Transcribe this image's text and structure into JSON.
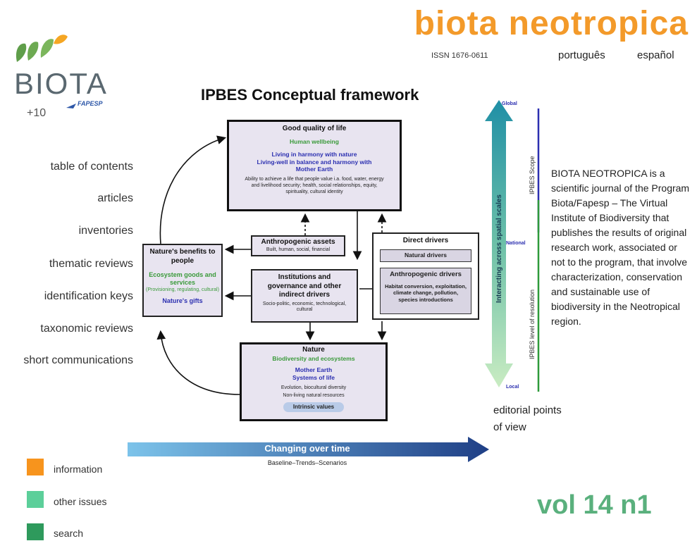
{
  "header": {
    "site_title": "biota neotropica",
    "issn": "ISSN 1676-0611",
    "languages": [
      "português",
      "español"
    ]
  },
  "logo": {
    "word": "BIOTA",
    "plus": "+10",
    "partner": "FAPESP"
  },
  "nav": {
    "items": [
      "table of contents",
      "articles",
      "inventories",
      "thematic reviews",
      "identification keys",
      "taxonomic reviews",
      "short communications"
    ]
  },
  "legend": [
    {
      "label": "information",
      "color": "#f7941d"
    },
    {
      "label": "other issues",
      "color": "#5ccf9a"
    },
    {
      "label": "search",
      "color": "#2e9a5c"
    }
  ],
  "figure": {
    "title": "IPBES Conceptual framework",
    "good_life": {
      "title": "Good quality of life",
      "subtitle": "Human wellbeing",
      "blue1": "Living in harmony with nature",
      "blue2": "Living-well in balance and harmony with Mother Earth",
      "body": "Ability to achieve a life that people value i.a. food, water, energy and livelihood security; health, social relationships, equity, spirituality, cultural identity"
    },
    "assets": {
      "title": "Anthropogenic assets",
      "body": "Built, human, social, financial"
    },
    "benefits": {
      "title": "Nature's benefits to people",
      "green": "Ecosystem goods and services",
      "green_sub": "(Provisioning, regulating, cultural)",
      "blue": "Nature's gifts"
    },
    "institutions": {
      "title": "Institutions and governance and other indirect drivers",
      "body": "Socio-politic, economic, technological, cultural"
    },
    "drivers": {
      "title": "Direct drivers",
      "natural": "Natural drivers",
      "anthro_title": "Anthropogenic drivers",
      "anthro_body": "Habitat conversion, exploitation, climate change, pollution, species introductions"
    },
    "nature": {
      "title": "Nature",
      "green": "Biodiversity and ecosystems",
      "blue1": "Mother Earth",
      "blue2": "Systems of life",
      "line1": "Evolution, biocultural diversity",
      "line2": "Non-living natural resources",
      "pill": "Intrinsic values"
    },
    "time_arrow": {
      "label": "Changing over time",
      "sub": "Baseline–Trends–Scenarios"
    },
    "scale_arrow": {
      "label": "Interacting across spatial scales",
      "global": "Global",
      "national": "National",
      "local": "Local",
      "scope": "IPBES Scope",
      "resolution": "IPBES level of resolution"
    }
  },
  "description": "BIOTA NEOTROPICA is a scientific journal of the Program Biota/Fapesp – The Virtual Institute of Biodiversity that publishes the results of original research work, associated or not to the program, that involve characterization, conservation and sustainable use of biodiversity in the Neotropical region.",
  "editorial": "editorial points of view",
  "volume": "vol 14 n1"
}
